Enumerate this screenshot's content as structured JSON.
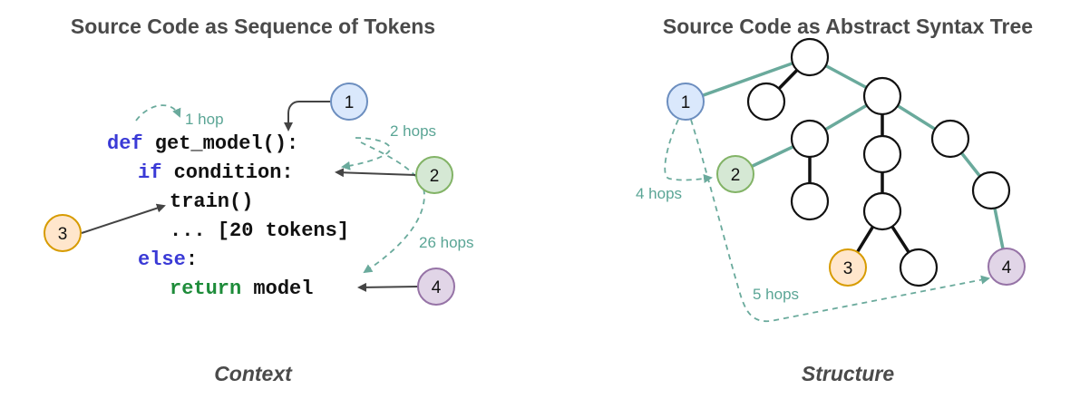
{
  "titles": {
    "left": "Source Code as Sequence of Tokens",
    "right": "Source Code as Abstract Syntax Tree"
  },
  "captions": {
    "left": "Context",
    "right": "Structure"
  },
  "code": {
    "line1": {
      "keyword": "def",
      "rest": " get_model():"
    },
    "line2": {
      "keyword": "if",
      "rest": " condition:"
    },
    "line3": {
      "text": "train()"
    },
    "line4": {
      "text": "... [20 tokens]"
    },
    "line5": {
      "keyword": "else",
      "rest": ":"
    },
    "line6": {
      "keyword": "return",
      "rest": " model"
    }
  },
  "hops": {
    "left_1": "1 hop",
    "left_2": "2 hops",
    "left_26": "26 hops",
    "right_4": "4 hops",
    "right_5": "5 hops"
  },
  "badges": {
    "one": "1",
    "two": "2",
    "three": "3",
    "four": "4"
  },
  "colors": {
    "keyword_blue": "#3a3ad6",
    "keyword_green": "#1e8c3a",
    "teal": "#6aaa9c",
    "badge_blue_fill": "#dae8fc",
    "badge_blue_stroke": "#6c8ebf",
    "badge_green_fill": "#d5e8d4",
    "badge_green_stroke": "#82b366",
    "badge_orange_fill": "#ffe6cc",
    "badge_orange_stroke": "#d79b00",
    "badge_purple_fill": "#e1d5e7",
    "badge_purple_stroke": "#9673a6"
  }
}
